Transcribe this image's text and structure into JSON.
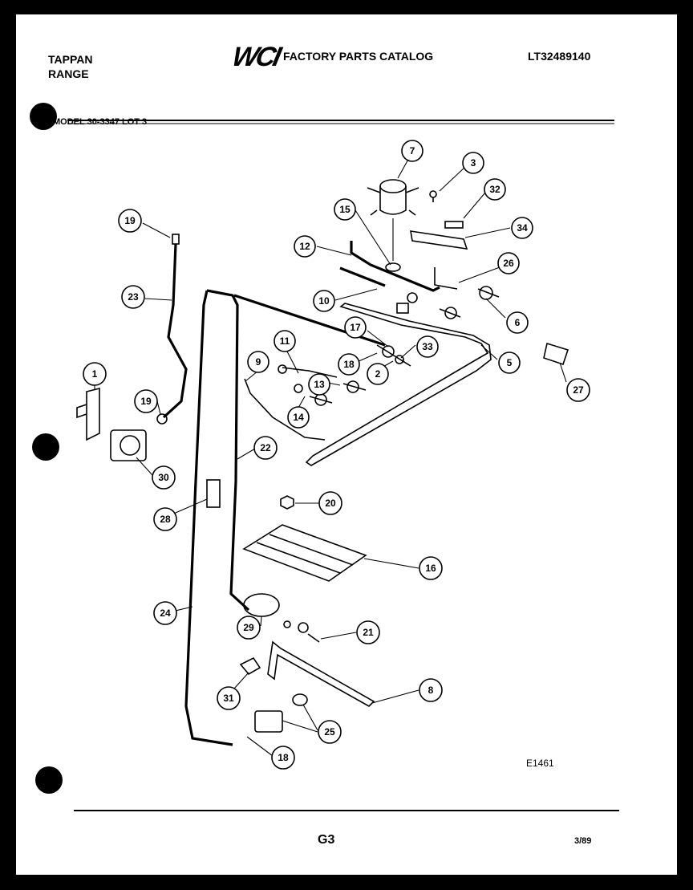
{
  "header": {
    "brand_line1": "TAPPAN",
    "brand_line2": "RANGE",
    "logo": "WCI",
    "catalog_title": "FACTORY PARTS CATALOG",
    "catalog_number": "LT32489140",
    "model": "MODEL 30-3347 LOT 3"
  },
  "footer": {
    "diagram_code": "E1461",
    "page_number": "G3",
    "date_code": "3/89"
  },
  "callouts": [
    "1",
    "2",
    "3",
    "5",
    "6",
    "7",
    "8",
    "9",
    "10",
    "11",
    "12",
    "13",
    "14",
    "15",
    "16",
    "17",
    "18",
    "18",
    "19",
    "19",
    "20",
    "21",
    "22",
    "23",
    "24",
    "25",
    "26",
    "27",
    "28",
    "29",
    "30",
    "31",
    "32",
    "33",
    "34"
  ]
}
